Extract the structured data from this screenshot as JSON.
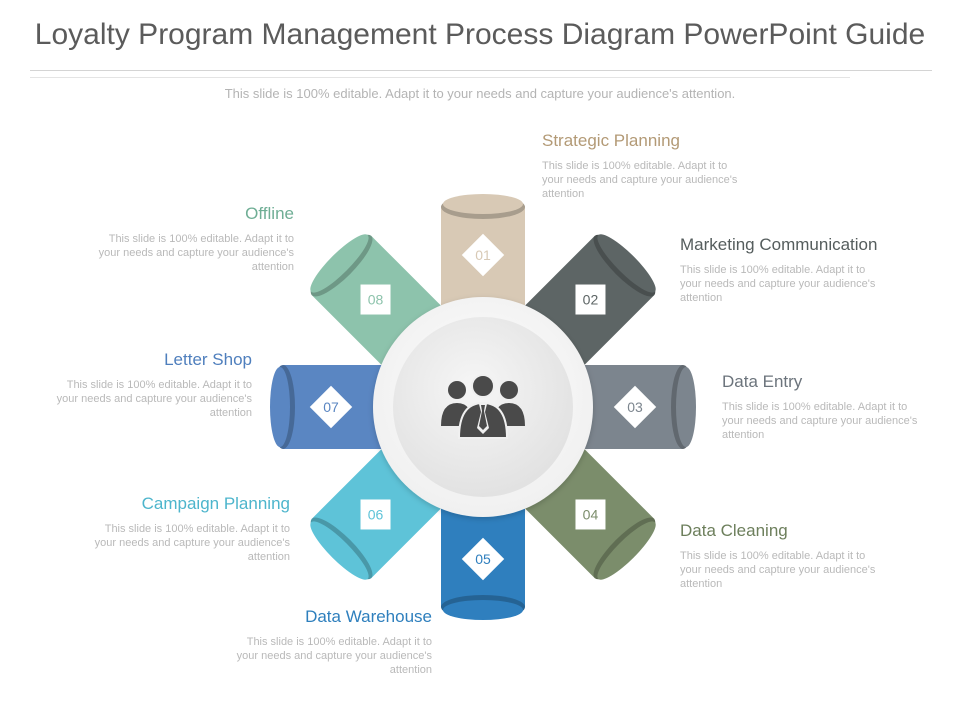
{
  "header": {
    "title": "Loyalty Program Management Process Diagram PowerPoint Guide",
    "subtitle": "This slide is 100% editable. Adapt it to your needs and capture your audience's attention."
  },
  "center": {
    "icon": "business-team-icon"
  },
  "steps": [
    {
      "num": "01",
      "title": "Strategic Planning",
      "desc": "This slide is 100% editable. Adapt it to your needs and capture your audience's attention",
      "color": "#d8c9b5",
      "text_color": "#b39a76"
    },
    {
      "num": "02",
      "title": "Marketing Communication",
      "desc": "This slide is 100% editable. Adapt it to your needs and capture your audience's attention",
      "color": "#5d6565",
      "text_color": "#555d5d"
    },
    {
      "num": "03",
      "title": "Data Entry",
      "desc": "This slide is 100% editable. Adapt it to your needs and capture your audience's attention",
      "color": "#7c858e",
      "text_color": "#6c747c"
    },
    {
      "num": "04",
      "title": "Data Cleaning",
      "desc": "This slide is 100% editable. Adapt it to your needs and capture your audience's attention",
      "color": "#7b8d6b",
      "text_color": "#6d7f5c"
    },
    {
      "num": "05",
      "title": "Data Warehouse",
      "desc": "This slide is 100% editable. Adapt it to your needs and capture your audience's attention",
      "color": "#2f7fbe",
      "text_color": "#2e7fbd"
    },
    {
      "num": "06",
      "title": "Campaign Planning",
      "desc": "This slide is 100% editable. Adapt it to your needs and capture your audience's attention",
      "color": "#5ec3d8",
      "text_color": "#4db5cc"
    },
    {
      "num": "07",
      "title": "Letter Shop",
      "desc": "This slide is 100% editable. Adapt it to your needs and capture your audience's attention",
      "color": "#5a86c2",
      "text_color": "#4f7fbd"
    },
    {
      "num": "08",
      "title": "Offline",
      "desc": "This slide is 100% editable. Adapt it to your needs and capture your audience's attention",
      "color": "#8dc3ac",
      "text_color": "#6fae95"
    }
  ]
}
